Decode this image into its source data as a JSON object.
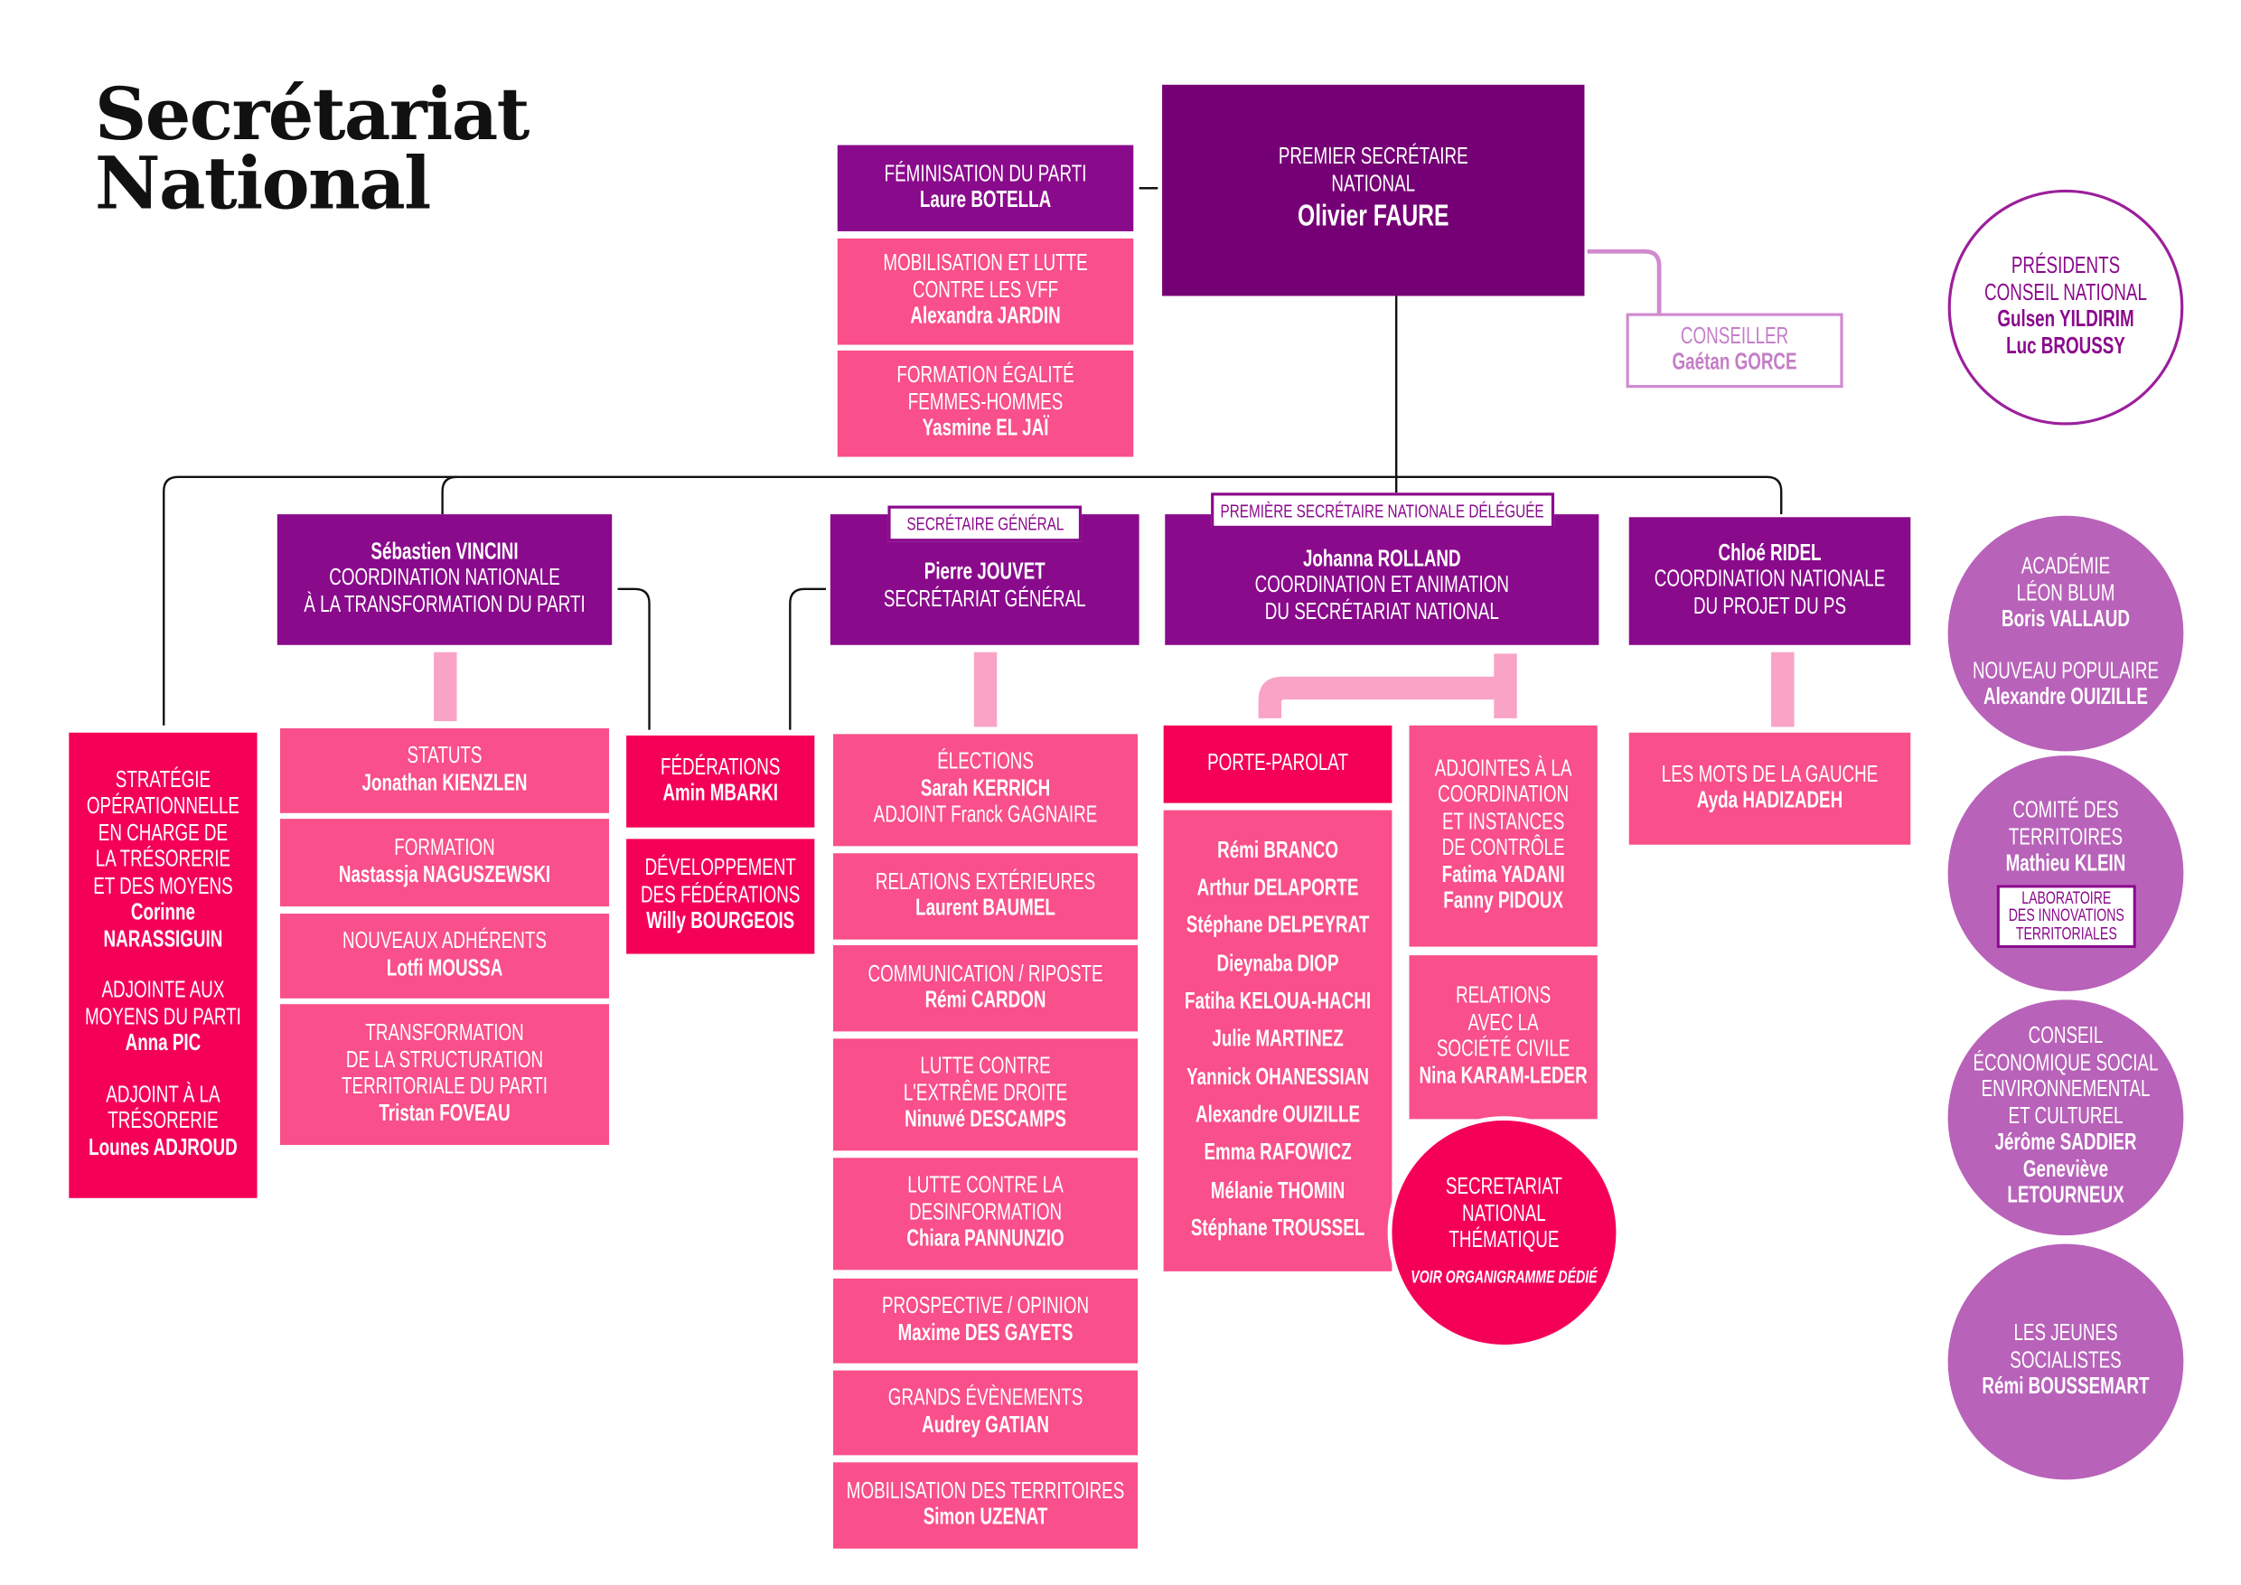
{
  "title": [
    "Secrétariat",
    "National"
  ],
  "tags": {
    "secretaire_general": "SECRÉTAIRE GÉNÉRAL",
    "premiere_deleguee": "PREMIÈRE SECRÉTAIRE NATIONALE DÉLÉGUÉE"
  },
  "boxes": {
    "premier": [
      {
        "text": "PREMIER SECRÉTAIRE"
      },
      {
        "text": "NATIONAL"
      },
      {
        "text": "Olivier FAURE",
        "bold": true
      }
    ],
    "feminisation": [
      {
        "text": "FÉMINISATION DU PARTI"
      },
      {
        "text": "Laure BOTELLA",
        "bold": true
      }
    ],
    "mobilisation_vff": [
      {
        "text": "MOBILISATION ET LUTTE"
      },
      {
        "text": "CONTRE LES VFF"
      },
      {
        "text": "Alexandra JARDIN",
        "bold": true
      }
    ],
    "formation_egalite": [
      {
        "text": "FORMATION ÉGALITÉ"
      },
      {
        "text": "FEMMES-HOMMES"
      },
      {
        "text": "Yasmine EL JAÏ",
        "bold": true
      }
    ],
    "conseiller": [
      {
        "text": "CONSEILLER"
      },
      {
        "text": "Gaétan GORCE",
        "bold": true
      }
    ],
    "presidents": [
      {
        "text": "PRÉSIDENTS"
      },
      {
        "text": "CONSEIL NATIONAL"
      },
      {
        "text": "Gulsen YILDIRIM",
        "bold": true
      },
      {
        "text": "Luc BROUSSY",
        "bold": true
      }
    ],
    "vincini": [
      {
        "text": "Sébastien VINCINI",
        "bold": true
      },
      {
        "text": "COORDINATION NATIONALE"
      },
      {
        "text": "À LA TRANSFORMATION DU PARTI"
      }
    ],
    "jouvet": [
      {
        "text": "Pierre JOUVET",
        "bold": true
      },
      {
        "text": "SECRÉTARIAT GÉNÉRAL"
      }
    ],
    "rolland": [
      {
        "text": "Johanna ROLLAND",
        "bold": true
      },
      {
        "text": "COORDINATION ET ANIMATION"
      },
      {
        "text": "DU SECRÉTARIAT NATIONAL"
      }
    ],
    "ridel": [
      {
        "text": "Chloé RIDEL",
        "bold": true
      },
      {
        "text": "COORDINATION NATIONALE"
      },
      {
        "text": "DU PROJET DU PS"
      }
    ],
    "strategie": [
      {
        "text": "STRATÉGIE"
      },
      {
        "text": "OPÉRATIONNELLE"
      },
      {
        "text": "EN CHARGE DE"
      },
      {
        "text": "LA TRÉSORERIE"
      },
      {
        "text": "ET DES MOYENS"
      },
      {
        "text": "Corinne",
        "bold": true
      },
      {
        "text": "NARASSIGUIN",
        "bold": true
      },
      {
        "text": "ADJOINTE AUX",
        "gap": true
      },
      {
        "text": "MOYENS DU PARTI"
      },
      {
        "text": "Anna PIC",
        "bold": true
      },
      {
        "text": "ADJOINT À LA",
        "gap": true
      },
      {
        "text": "TRÉSORERIE"
      },
      {
        "text": "Lounes ADJROUD",
        "bold": true
      }
    ],
    "statuts": [
      {
        "text": "STATUTS"
      },
      {
        "text": "Jonathan KIENZLEN",
        "bold": true
      }
    ],
    "formation": [
      {
        "text": "FORMATION"
      },
      {
        "text": "Nastassja NAGUSZEWSKI",
        "bold": true
      }
    ],
    "nouveaux": [
      {
        "text": "NOUVEAUX ADHÉRENTS"
      },
      {
        "text": "Lotfi MOUSSA",
        "bold": true
      }
    ],
    "transformation": [
      {
        "text": "TRANSFORMATION"
      },
      {
        "text": "DE LA STRUCTURATION"
      },
      {
        "text": "TERRITORIALE DU PARTI"
      },
      {
        "text": "Tristan FOVEAU",
        "bold": true
      }
    ],
    "federations": [
      {
        "text": "FÉDÉRATIONS"
      },
      {
        "text": "Amin MBARKI",
        "bold": true
      }
    ],
    "developpement": [
      {
        "text": "DÉVELOPPEMENT"
      },
      {
        "text": "DES FÉDÉRATIONS"
      },
      {
        "text": "Willy BOURGEOIS",
        "bold": true
      }
    ],
    "elections": [
      {
        "text": "ÉLECTIONS"
      },
      {
        "text": "Sarah KERRICH",
        "bold": true
      },
      {
        "text": "ADJOINT Franck GAGNAIRE"
      }
    ],
    "relations_ext": [
      {
        "text": "RELATIONS EXTÉRIEURES"
      },
      {
        "text": "Laurent BAUMEL",
        "bold": true
      }
    ],
    "communication": [
      {
        "text": "COMMUNICATION / RIPOSTE"
      },
      {
        "text": "Rémi CARDON",
        "bold": true
      }
    ],
    "extreme_droite": [
      {
        "text": "LUTTE CONTRE"
      },
      {
        "text": "L'EXTRÊME DROITE"
      },
      {
        "text": "Ninuwé DESCAMPS",
        "bold": true
      }
    ],
    "desinformation": [
      {
        "text": "LUTTE CONTRE LA"
      },
      {
        "text": "DESINFORMATION"
      },
      {
        "text": "Chiara PANNUNZIO",
        "bold": true
      }
    ],
    "prospective": [
      {
        "text": "PROSPECTIVE / OPINION"
      },
      {
        "text": "Maxime DES GAYETS",
        "bold": true
      }
    ],
    "evenements": [
      {
        "text": "GRANDS ÉVÈNEMENTS"
      },
      {
        "text": "Audrey GATIAN",
        "bold": true
      }
    ],
    "territoires": [
      {
        "text": "MOBILISATION DES TERRITOIRES"
      },
      {
        "text": "Simon UZENAT",
        "bold": true
      }
    ],
    "porte_parolat": [
      {
        "text": "PORTE-PAROLAT"
      }
    ],
    "porte_paroles": [
      {
        "text": "Rémi BRANCO",
        "bold": true
      },
      {
        "text": "Arthur DELAPORTE",
        "bold": true
      },
      {
        "text": "Stéphane DELPEYRAT",
        "bold": true
      },
      {
        "text": "Dieynaba DIOP",
        "bold": true
      },
      {
        "text": "Fatiha KELOUA-HACHI",
        "bold": true
      },
      {
        "text": "Julie MARTINEZ",
        "bold": true
      },
      {
        "text": "Yannick OHANESSIAN",
        "bold": true
      },
      {
        "text": "Alexandre OUIZILLE",
        "bold": true
      },
      {
        "text": "Emma RAFOWICZ",
        "bold": true
      },
      {
        "text": "Mélanie THOMIN",
        "bold": true
      },
      {
        "text": "Stéphane TROUSSEL",
        "bold": true
      }
    ],
    "adjointes": [
      {
        "text": "ADJOINTES À LA"
      },
      {
        "text": "COORDINATION"
      },
      {
        "text": "ET INSTANCES"
      },
      {
        "text": "DE CONTRÔLE"
      },
      {
        "text": "Fatima YADANI",
        "bold": true
      },
      {
        "text": "Fanny PIDOUX",
        "bold": true
      }
    ],
    "societe_civile": [
      {
        "text": "RELATIONS"
      },
      {
        "text": "AVEC LA"
      },
      {
        "text": "SOCIÉTÉ CIVILE"
      },
      {
        "text": "Nina KARAM-LEDER",
        "bold": true
      }
    ],
    "thematique": [
      {
        "text": "SECRETARIAT"
      },
      {
        "text": "NATIONAL"
      },
      {
        "text": "THÉMATIQUE"
      },
      {
        "text": "VOIR ORGANIGRAMME DÉDIÉ",
        "note": true
      }
    ],
    "mots_gauche": [
      {
        "text": "LES MOTS DE LA GAUCHE"
      },
      {
        "text": "Ayda HADIZADEH",
        "bold": true
      }
    ],
    "academie": [
      {
        "text": "ACADÉMIE"
      },
      {
        "text": "LÉON BLUM"
      },
      {
        "text": "Boris VALLAUD",
        "bold": true
      },
      {
        "text": "NOUVEAU POPULAIRE",
        "gap": true
      },
      {
        "text": "Alexandre OUIZILLE",
        "bold": true
      }
    ],
    "comite": [
      {
        "text": "COMITÉ DES"
      },
      {
        "text": "TERRITOIRES"
      },
      {
        "text": "Mathieu KLEIN",
        "bold": true
      }
    ],
    "laboratoire": [
      {
        "text": "LABORATOIRE"
      },
      {
        "text": "DES INNOVATIONS"
      },
      {
        "text": "TERRITORIALES"
      }
    ],
    "cese": [
      {
        "text": "CONSEIL"
      },
      {
        "text": "ÉCONOMIQUE SOCIAL"
      },
      {
        "text": "ENVIRONNEMENTAL"
      },
      {
        "text": "ET CULTUREL"
      },
      {
        "text": "Jérôme SADDIER",
        "bold": true
      },
      {
        "text": "Geneviève",
        "bold": true
      },
      {
        "text": "LETOURNEUX",
        "bold": true
      }
    ],
    "jeunes": [
      {
        "text": "LES JEUNES"
      },
      {
        "text": "SOCIALISTES"
      },
      {
        "text": "Rémi BOUSSEMART",
        "bold": true
      }
    ]
  },
  "colors": {
    "dark_purple": "#750075",
    "purple": "#8a0a8c",
    "pink": "#f94f8a",
    "red": "#f50057",
    "mauve": "#b862b9",
    "light_pink": "#f9a3c7",
    "light_purple": "#d08ad0"
  }
}
